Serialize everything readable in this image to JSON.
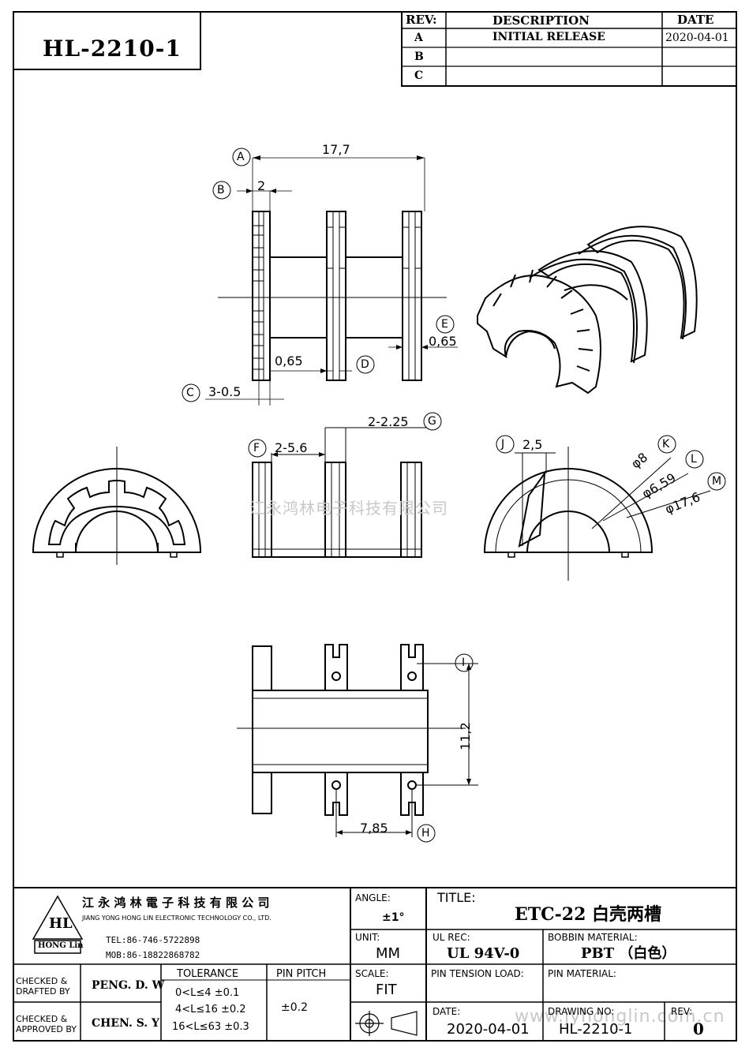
{
  "drawing_no_header": "HL-2210-1",
  "revision_table": {
    "headers": {
      "rev": "REV:",
      "description": "DESCRIPTION",
      "date": "DATE"
    },
    "rows": [
      {
        "rev": "A",
        "description": "INITIAL  RELEASE",
        "date": "2020-04-01"
      },
      {
        "rev": "B",
        "description": "",
        "date": ""
      },
      {
        "rev": "C",
        "description": "",
        "date": ""
      }
    ]
  },
  "dimensions": {
    "a_value": "17,7",
    "b_value": "2",
    "c_value": "3-0.5",
    "d_value": "0,65",
    "e_value": "0,65",
    "f_value": "2-5.6",
    "g_value": "2-2.25",
    "h_value": "7,85",
    "i_value": "11,2",
    "j_value": "2,5",
    "k_value": "φ8",
    "l_value": "φ6,59",
    "m_value": "φ17,6"
  },
  "callouts": {
    "a": "A",
    "b": "B",
    "c": "C",
    "d": "D",
    "e": "E",
    "f": "F",
    "g": "G",
    "h": "H",
    "i": "I",
    "j": "J",
    "k": "K",
    "l": "L",
    "m": "M"
  },
  "watermark": {
    "center": "江永鸿林电子科技有限公司",
    "bottom": "www.jyhonglin.com.cn"
  },
  "title_block": {
    "company_cn": "江 永 鸿 林 電 子 科 技 有 限 公 司",
    "company_en": "JIANG YONG HONG LIN ELECTRONIC TECHNOLOGY CO., LTD.",
    "logo_mark": "HL",
    "logo_text": "HONG Lin",
    "tel": "TEL:86-746-5722898",
    "mob": "MOB:86-18822868782",
    "angle_label": "ANGLE:",
    "angle_value": "±1°",
    "title_label": "TITLE:",
    "title_value": "ETC-22  白壳两槽",
    "unit_label": "UNIT:",
    "unit_value": "MM",
    "ul_rec_label": "UL REC:",
    "ul_rec_value": "UL 94V-0",
    "bobbin_material_label": "BOBBIN MATERIAL:",
    "bobbin_material_value": "PBT  （白色）",
    "checked_drafted_label_1": "CHECKED &",
    "checked_drafted_label_2": "DRAFTED BY",
    "drafted_by": "PENG. D. W",
    "tolerance_label": "TOLERANCE",
    "tolerance_rows": [
      "0<L≤4   ±0.1",
      "4<L≤16  ±0.2",
      "16<L≤63 ±0.3"
    ],
    "pin_pitch_label": "PIN PITCH",
    "pin_pitch_value": "±0.2",
    "scale_label": "SCALE:",
    "scale_value": "FIT",
    "pin_tension_label": "PIN TENSION LOAD:",
    "pin_material_label": "PIN MATERIAL:",
    "checked_approved_label_1": "CHECKED &",
    "checked_approved_label_2": "APPROVED BY",
    "approved_by": "CHEN. S. Y",
    "date_label": "DATE:",
    "date_value": "2020-04-01",
    "drawing_no_label": "DRAWING NO:",
    "drawing_no_value": "HL-2210-1",
    "rev_label": "REV:",
    "rev_value": "0"
  }
}
